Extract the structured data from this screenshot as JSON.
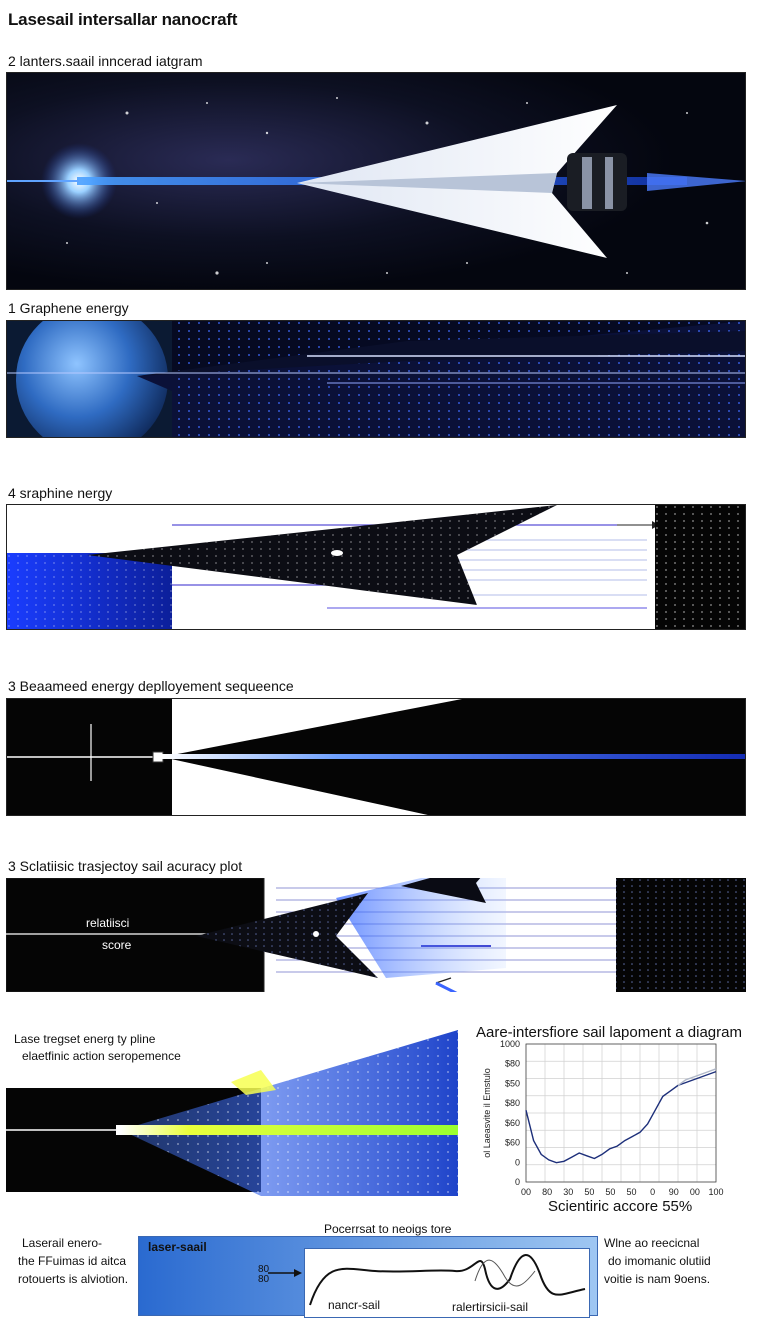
{
  "page": {
    "title": "Lasesail intersallar nanocraft"
  },
  "panels": [
    {
      "label": "2   lanters.saail inncerad iatgram"
    },
    {
      "label": "1   Graphene energy"
    },
    {
      "label": "4   sraphine nergy"
    },
    {
      "label": "3   Beaameed energy deplloyement sequeence"
    },
    {
      "label": "3   Sclatiisic trasjectoy sail acuracy plot",
      "inner_text_1": "relatiisci",
      "inner_text_2": "score"
    }
  ],
  "laser_panel": {
    "title_1": "Lase tregset energ ty pline",
    "title_2": "elaetfinic action seropemence"
  },
  "chart": {
    "title": "Aare-intersfiore sail lapoment a diagram",
    "ylabel": "ol Laeasvite il Emstulo",
    "xlabel": "Scientiric accore 55%",
    "y_ticks": [
      "1000",
      "$80",
      "$50",
      "$80",
      "$60",
      "$60",
      "0",
      "0"
    ],
    "x_ticks": [
      "00",
      "80",
      "30",
      "50",
      "50",
      "50",
      "0",
      "90",
      "00",
      "100"
    ]
  },
  "chart_data": {
    "type": "line",
    "title": "Aare-intersfiore sail lapoment a diagram",
    "xlabel": "Scientiric accore 55%",
    "ylabel": "ol Laeasvite il Emstulo",
    "x": [
      0,
      4,
      8,
      12,
      16,
      20,
      24,
      28,
      32,
      36,
      40,
      44,
      48,
      52,
      56,
      60,
      64,
      68,
      72,
      76,
      80,
      84,
      88,
      92,
      96,
      100
    ],
    "series": [
      {
        "values": [
          520,
          300,
          200,
          160,
          140,
          150,
          180,
          210,
          190,
          170,
          200,
          240,
          260,
          300,
          330,
          360,
          420,
          520,
          620,
          660,
          700,
          720,
          740,
          760,
          780,
          800
        ]
      },
      {
        "values": [
          null,
          null,
          null,
          null,
          null,
          null,
          null,
          null,
          null,
          null,
          null,
          null,
          null,
          null,
          null,
          null,
          null,
          null,
          null,
          null,
          700,
          740,
          760,
          780,
          800,
          820
        ]
      }
    ],
    "ylim": [
      0,
      1000
    ],
    "grid": true
  },
  "bottom": {
    "left_1": "Laserail enero-",
    "left_2": "the FFuimas id aitca",
    "left_3": "rotouerts is alviotion.",
    "top": "Pocerrsat to neoigs tore",
    "box_label": "laser-saail",
    "arrow_label_1": "80",
    "arrow_label_2": "80",
    "curve_label_1": "nancr-sail",
    "curve_label_2": "ralertirsicii-sail",
    "right_1": "Wlne ao reecicnal",
    "right_2": "do imomanic olutiid",
    "right_3": "voitie is nam 9oens."
  }
}
